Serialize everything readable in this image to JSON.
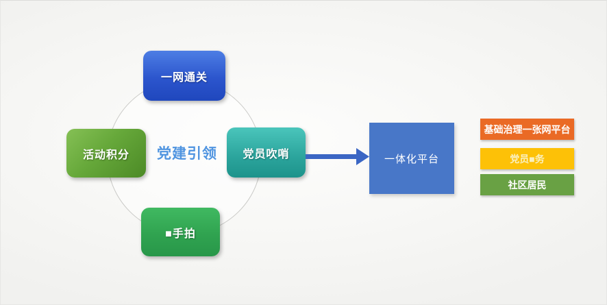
{
  "diagram": {
    "center_label": "党建引领",
    "cycle_nodes": {
      "top": {
        "label": "一网通关",
        "color_top": "#4d7ee4",
        "color_bottom": "#1f47bd"
      },
      "left": {
        "label": "活动积分",
        "color_top": "#85c055",
        "color_bottom": "#4c8a26"
      },
      "right": {
        "label": "党员吹哨",
        "color_top": "#4ac5bb",
        "color_bottom": "#1d938b"
      },
      "bottom": {
        "label": "■手拍",
        "color_top": "#40b961",
        "color_bottom": "#289749"
      }
    },
    "arrow": {
      "direction": "right",
      "color": "#3b66c4"
    },
    "platform": {
      "label": "一体化平台",
      "color": "#4877c8"
    },
    "output_bars": [
      {
        "label": "基础治理一张网平台",
        "color": "#ea6a25",
        "text_color": "#ffffff"
      },
      {
        "label": "党员■务",
        "color": "#fdc107",
        "text_color": "#faf0c0"
      },
      {
        "label": "社区居民",
        "color": "#69a144",
        "text_color": "#ffffff"
      }
    ],
    "colors": {
      "center_label_text": "#4f94e0",
      "ring_stroke": "#c9c9c6",
      "background": "#f5f5f3"
    }
  }
}
